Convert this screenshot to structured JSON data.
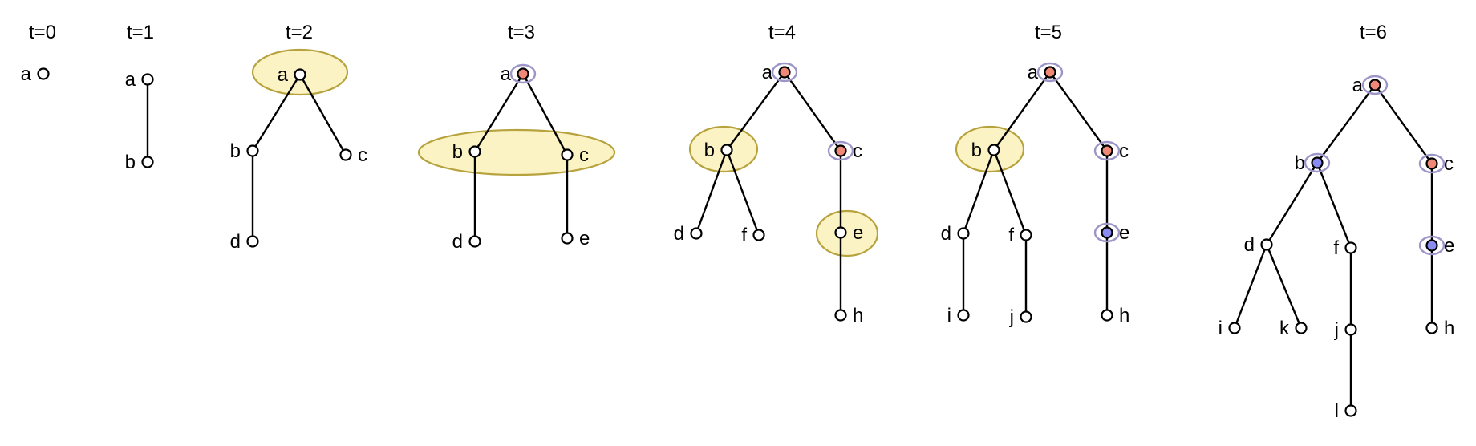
{
  "colors": {
    "node_plain": "#ffffff",
    "node_red": "#f08878",
    "node_blue": "#8a8cf2",
    "highlight_fill": "#fbf3c4",
    "highlight_stroke": "#b7a33e",
    "halo": "#9b95c8"
  },
  "panels": [
    {
      "title": "t=0",
      "nodes": [
        {
          "id": "a",
          "label": "a",
          "state": "plain"
        }
      ],
      "edges": []
    },
    {
      "title": "t=1",
      "nodes": [
        {
          "id": "a",
          "label": "a",
          "state": "plain"
        },
        {
          "id": "b",
          "label": "b",
          "state": "plain"
        }
      ],
      "edges": [
        [
          "a",
          "b"
        ]
      ]
    },
    {
      "title": "t=2",
      "nodes": [
        {
          "id": "a",
          "label": "a",
          "state": "plain"
        },
        {
          "id": "b",
          "label": "b",
          "state": "plain"
        },
        {
          "id": "c",
          "label": "c",
          "state": "plain"
        },
        {
          "id": "d",
          "label": "d",
          "state": "plain"
        }
      ],
      "edges": [
        [
          "a",
          "b"
        ],
        [
          "a",
          "c"
        ],
        [
          "b",
          "d"
        ]
      ],
      "highlighted": [
        [
          "a"
        ]
      ]
    },
    {
      "title": "t=3",
      "nodes": [
        {
          "id": "a",
          "label": "a",
          "state": "red"
        },
        {
          "id": "b",
          "label": "b",
          "state": "plain"
        },
        {
          "id": "c",
          "label": "c",
          "state": "plain"
        },
        {
          "id": "d",
          "label": "d",
          "state": "plain"
        },
        {
          "id": "e",
          "label": "e",
          "state": "plain"
        }
      ],
      "edges": [
        [
          "a",
          "b"
        ],
        [
          "a",
          "c"
        ],
        [
          "b",
          "d"
        ],
        [
          "c",
          "e"
        ]
      ],
      "highlighted": [
        [
          "b",
          "c"
        ]
      ]
    },
    {
      "title": "t=4",
      "nodes": [
        {
          "id": "a",
          "label": "a",
          "state": "red"
        },
        {
          "id": "b",
          "label": "b",
          "state": "plain"
        },
        {
          "id": "c",
          "label": "c",
          "state": "red"
        },
        {
          "id": "d",
          "label": "d",
          "state": "plain"
        },
        {
          "id": "f",
          "label": "f",
          "state": "plain"
        },
        {
          "id": "e",
          "label": "e",
          "state": "plain"
        },
        {
          "id": "h",
          "label": "h",
          "state": "plain"
        }
      ],
      "edges": [
        [
          "a",
          "b"
        ],
        [
          "a",
          "c"
        ],
        [
          "b",
          "d"
        ],
        [
          "b",
          "f"
        ],
        [
          "c",
          "e"
        ],
        [
          "e",
          "h"
        ]
      ],
      "highlighted": [
        [
          "b"
        ],
        [
          "e"
        ]
      ]
    },
    {
      "title": "t=5",
      "nodes": [
        {
          "id": "a",
          "label": "a",
          "state": "red"
        },
        {
          "id": "b",
          "label": "b",
          "state": "plain"
        },
        {
          "id": "c",
          "label": "c",
          "state": "red"
        },
        {
          "id": "d",
          "label": "d",
          "state": "plain"
        },
        {
          "id": "f",
          "label": "f",
          "state": "plain"
        },
        {
          "id": "e",
          "label": "e",
          "state": "blue"
        },
        {
          "id": "i",
          "label": "i",
          "state": "plain"
        },
        {
          "id": "j",
          "label": "j",
          "state": "plain"
        },
        {
          "id": "h",
          "label": "h",
          "state": "plain"
        }
      ],
      "edges": [
        [
          "a",
          "b"
        ],
        [
          "a",
          "c"
        ],
        [
          "b",
          "d"
        ],
        [
          "b",
          "f"
        ],
        [
          "c",
          "e"
        ],
        [
          "d",
          "i"
        ],
        [
          "f",
          "j"
        ],
        [
          "e",
          "h"
        ]
      ],
      "highlighted": [
        [
          "b"
        ]
      ]
    },
    {
      "title": "t=6",
      "nodes": [
        {
          "id": "a",
          "label": "a",
          "state": "red"
        },
        {
          "id": "b",
          "label": "b",
          "state": "blue"
        },
        {
          "id": "c",
          "label": "c",
          "state": "red"
        },
        {
          "id": "d",
          "label": "d",
          "state": "plain"
        },
        {
          "id": "f",
          "label": "f",
          "state": "plain"
        },
        {
          "id": "e",
          "label": "e",
          "state": "blue"
        },
        {
          "id": "i",
          "label": "i",
          "state": "plain"
        },
        {
          "id": "k",
          "label": "k",
          "state": "plain"
        },
        {
          "id": "j",
          "label": "j",
          "state": "plain"
        },
        {
          "id": "h",
          "label": "h",
          "state": "plain"
        },
        {
          "id": "l",
          "label": "l",
          "state": "plain"
        }
      ],
      "edges": [
        [
          "a",
          "b"
        ],
        [
          "a",
          "c"
        ],
        [
          "b",
          "d"
        ],
        [
          "b",
          "f"
        ],
        [
          "c",
          "e"
        ],
        [
          "d",
          "i"
        ],
        [
          "d",
          "k"
        ],
        [
          "f",
          "j"
        ],
        [
          "e",
          "h"
        ],
        [
          "j",
          "l"
        ]
      ],
      "highlighted": []
    }
  ]
}
